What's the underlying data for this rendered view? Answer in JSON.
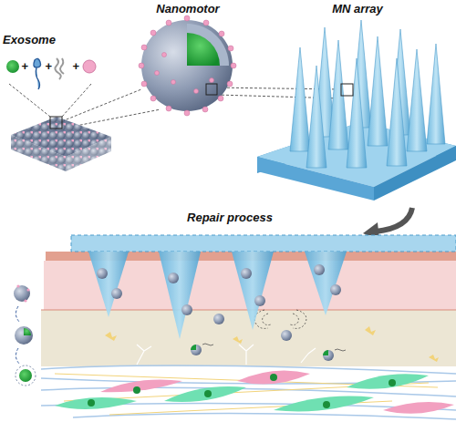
{
  "diagram": {
    "labels": [
      "Exosome",
      "+",
      "+",
      "+",
      "Nanomotor",
      "MN array",
      "Repair process"
    ]
  }
}
